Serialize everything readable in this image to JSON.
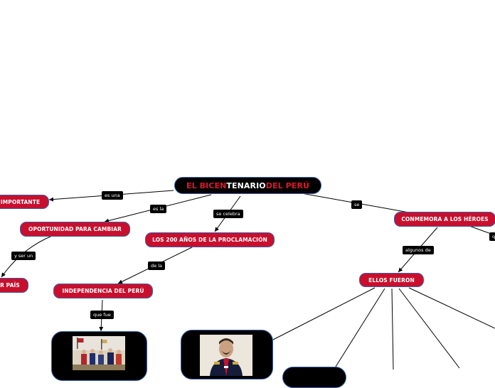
{
  "root": {
    "title_part1": "EL BICEN",
    "title_part2": "TENARIO",
    "title_part3": " DEL PERÚ"
  },
  "nodes": {
    "importante": "IMPORTANTE",
    "oportunidad": "OPORTUNIDAD PARA CAMBIAR",
    "pais": "R PAÍS",
    "proclamacion": "LOS 200 AÑOS DE LA PROCLAMACIÓN",
    "independencia": "INDEPENDENCIA DEL PERÚ",
    "conmemora": "CONMEMORA A LOS HÉROES",
    "ellos": "ELLOS FUERON"
  },
  "labels": {
    "es_una": "es una",
    "es_la": "es la",
    "y_ser_un": "y ser un",
    "se_celebra": "se celebra",
    "de_la": "de la",
    "que_fue": "que fue",
    "se": "se",
    "algunos_de": "algunos de",
    "q": "q"
  },
  "colors": {
    "node_fill": "#c8102e",
    "node_border": "#3b5fa8",
    "root_fill": "#000000",
    "title_red": "#e0162b",
    "edge": "#000000"
  }
}
